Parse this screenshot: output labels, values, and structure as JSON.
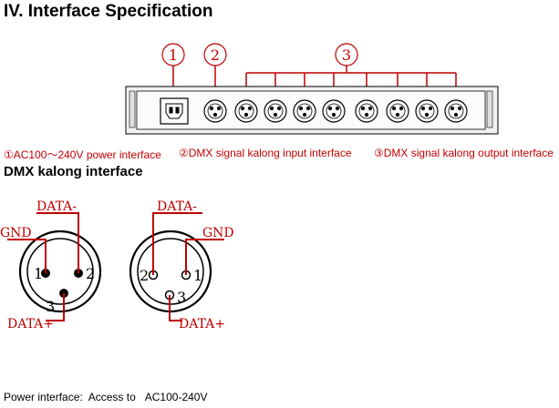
{
  "title": "IV. Interface Specification",
  "callouts": [
    "①",
    "②",
    "③"
  ],
  "legend": [
    {
      "symbol": "①",
      "text": "AC100～240V power interface"
    },
    {
      "symbol": "②",
      "text": "DMX signal kalong input interface"
    },
    {
      "symbol": "③",
      "text": "DMX signal kalong output interface"
    }
  ],
  "subtitle": "DMX kalong interface",
  "connector_male": {
    "data_minus": "DATA-",
    "gnd": "GND",
    "data_plus": "DATA+",
    "pin1": "1",
    "pin2": "2",
    "pin3": "3"
  },
  "connector_female": {
    "data_minus": "DATA-",
    "gnd": "GND",
    "data_plus": "DATA+",
    "pin1": "1",
    "pin2": "2",
    "pin3": "3"
  },
  "footer": {
    "label": "Power interface:",
    "access": "Access to",
    "value": "AC100-240V"
  },
  "colors": {
    "accent": "#c00000",
    "line": "#000000"
  }
}
